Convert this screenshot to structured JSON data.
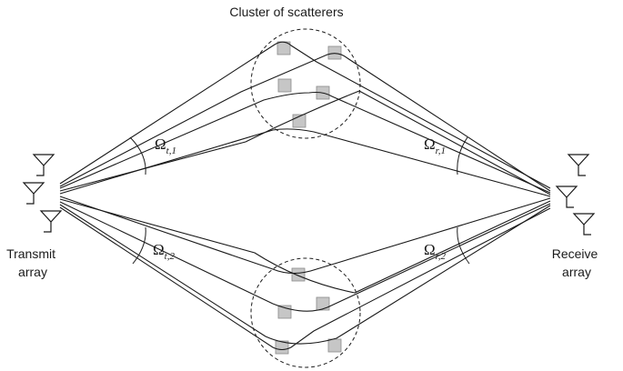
{
  "title": "Cluster of scatterers",
  "transmit_label": [
    "Transmit",
    "array"
  ],
  "receive_label": [
    "Receive",
    "array"
  ],
  "angles": [
    {
      "symbol": "Ω",
      "sub": "t,1"
    },
    {
      "symbol": "Ω",
      "sub": "r,1"
    },
    {
      "symbol": "Ω",
      "sub": "t,2"
    },
    {
      "symbol": "Ω",
      "sub": "r,2"
    }
  ]
}
